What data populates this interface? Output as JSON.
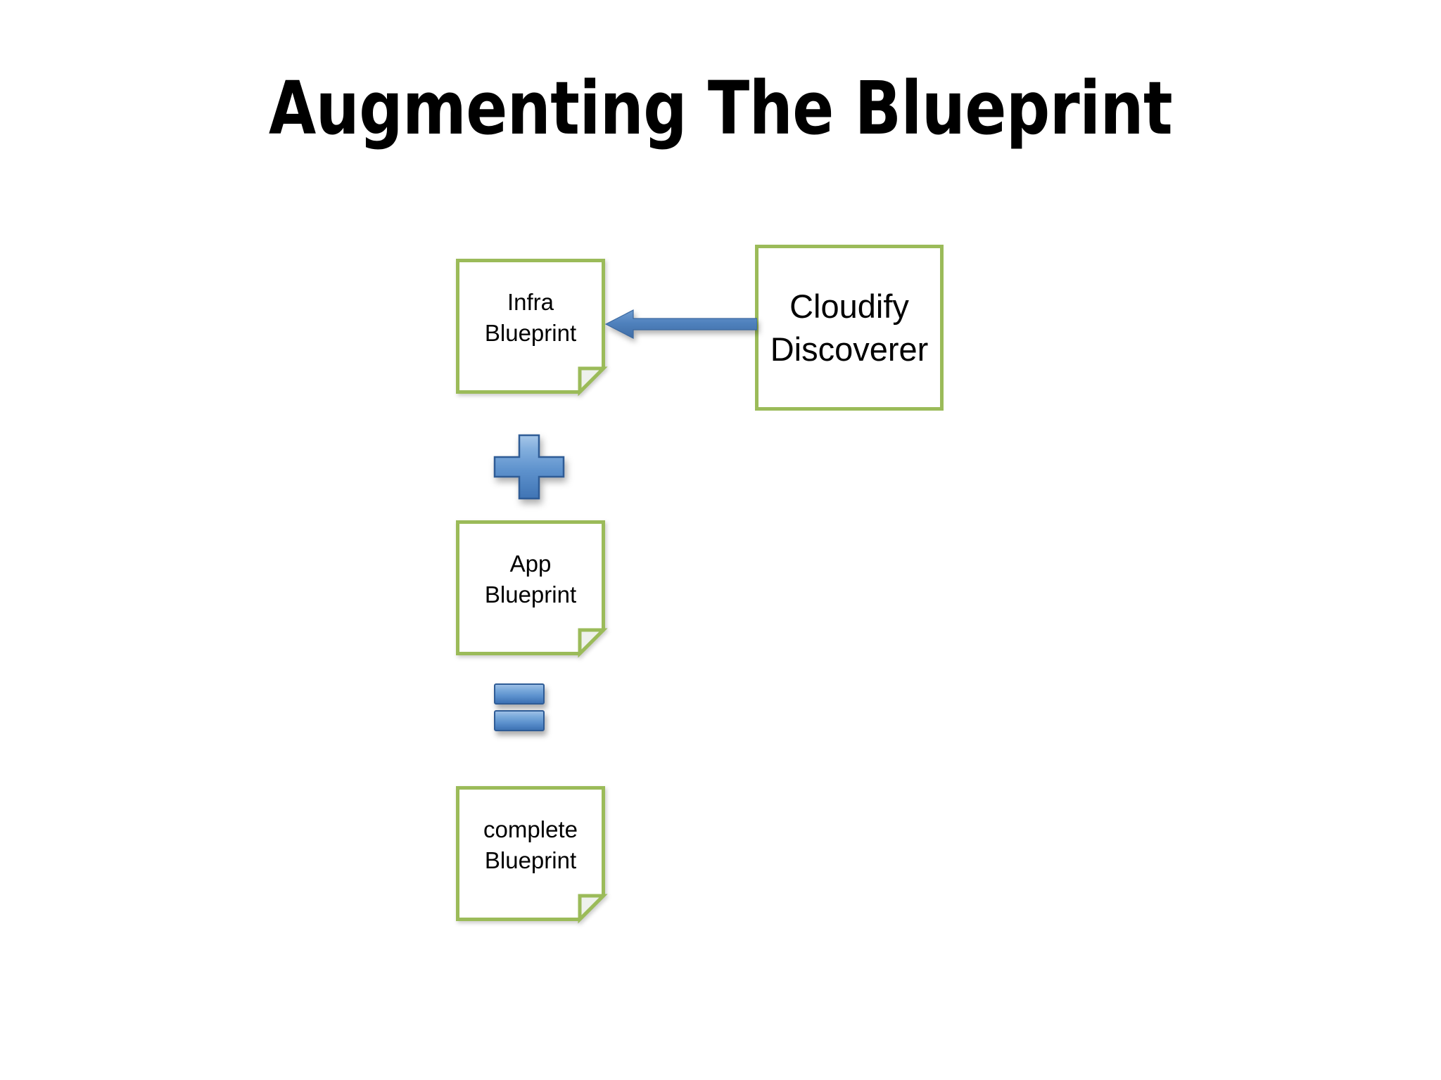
{
  "slide": {
    "title": "Augmenting The Blueprint",
    "background_color": "#ffffff"
  },
  "theme": {
    "note_border_color": "#9bbb59",
    "note_fill_color": "#ffffff",
    "box_border_color": "#9bbb59",
    "accent_blue": "#4f81bd",
    "accent_blue_dark": "#2f5c96",
    "text_color": "#000000"
  },
  "diagram": {
    "nodes": [
      {
        "id": "infra-blueprint",
        "shape": "folded-corner-note",
        "lines": [
          "Infra",
          "Blueprint"
        ],
        "line1": "Infra",
        "line2": "Blueprint"
      },
      {
        "id": "cloudify-discoverer",
        "shape": "rectangle",
        "lines": [
          "Cloudify",
          "Discoverer"
        ],
        "line1": "Cloudify",
        "line2": "Discoverer"
      },
      {
        "id": "app-blueprint",
        "shape": "folded-corner-note",
        "lines": [
          "App",
          "Blueprint"
        ],
        "line1": "App",
        "line2": "Blueprint"
      },
      {
        "id": "complete-blueprint",
        "shape": "folded-corner-note",
        "lines": [
          "complete",
          "Blueprint"
        ],
        "line1": "complete",
        "line2": "Blueprint"
      }
    ],
    "operators": [
      {
        "id": "plus-operator",
        "symbol": "+",
        "name": "plus-sign"
      },
      {
        "id": "equals-operator",
        "symbol": "=",
        "name": "equals-sign"
      }
    ],
    "connectors": [
      {
        "id": "discoverer-to-infra-arrow",
        "from": "cloudify-discoverer",
        "to": "infra-blueprint",
        "direction": "left",
        "color": "#4f81bd"
      }
    ]
  }
}
